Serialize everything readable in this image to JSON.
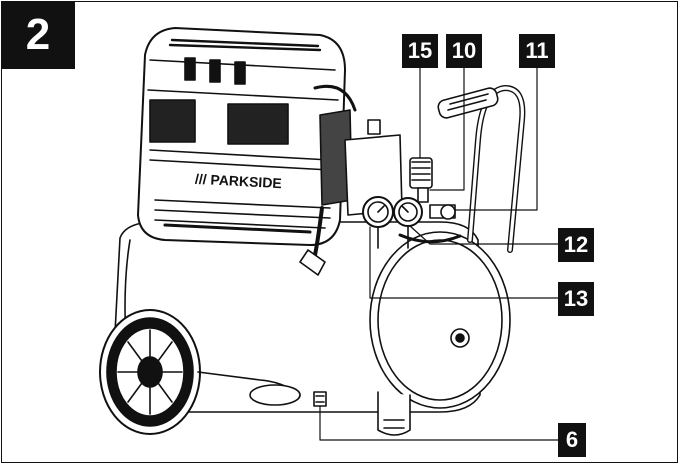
{
  "figure": {
    "number": "2"
  },
  "brand_text": "/// PARKSIDE",
  "callouts": {
    "c15": "15",
    "c10": "10",
    "c11": "11",
    "c12": "12",
    "c13": "13",
    "c6": "6"
  }
}
